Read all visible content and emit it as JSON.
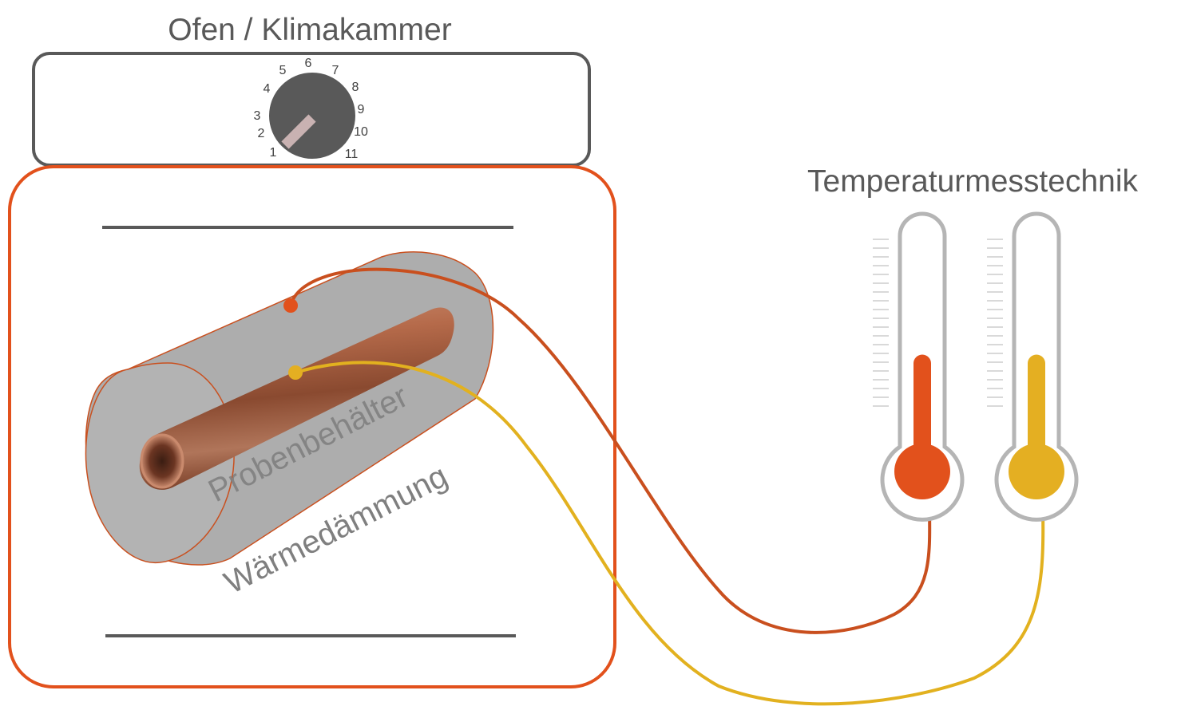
{
  "oven": {
    "title": "Ofen / Klimakammer",
    "dial_numbers": [
      "1",
      "2",
      "3",
      "4",
      "5",
      "6",
      "7",
      "8",
      "9",
      "10",
      "11"
    ],
    "dial_setting": "1"
  },
  "sample": {
    "container_label": "Probenbehälter",
    "insulation_label": "Wärmedämmung"
  },
  "measurement": {
    "title": "Temperaturmesstechnik",
    "thermometers": [
      {
        "color": "#e2511c",
        "wire_color": "#c94f1e",
        "level": 0.5
      },
      {
        "color": "#e4af22",
        "wire_color": "#e2b11f",
        "level": 0.5
      }
    ]
  },
  "colors": {
    "chamber_border": "#e2511c",
    "oven_border": "#595959",
    "dial": "#595959",
    "dial_pointer": "#c9b2b2",
    "shelf": "#595959",
    "insulation_fill": "#a6a6a6",
    "insulation_border": "#c9501f",
    "pipe": "#a0583b"
  }
}
